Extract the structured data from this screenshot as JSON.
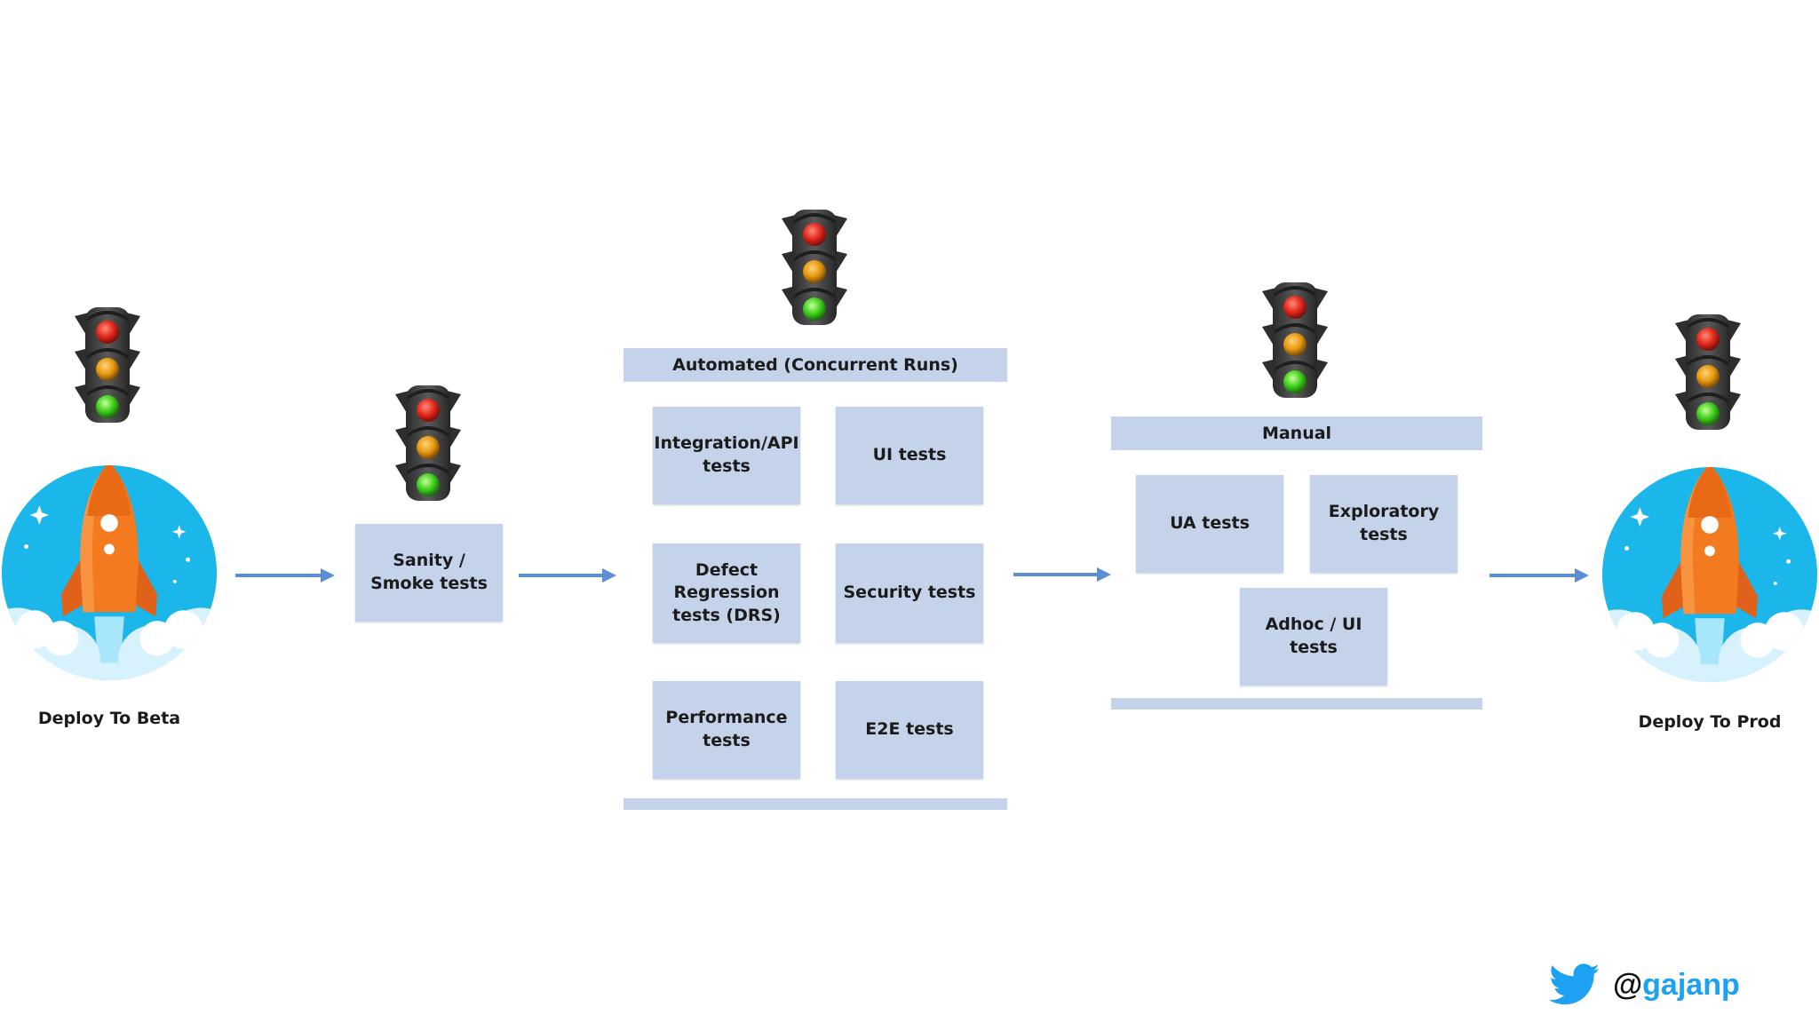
{
  "colors": {
    "box_fill": "#c5d3ea",
    "arrow": "#5b8fd1",
    "rocket_circle": "#1bb6ea",
    "rocket_body": "#f47a20",
    "twitter_blue": "#1da1f2"
  },
  "stages": {
    "beta": {
      "label": "Deploy To Beta"
    },
    "sanity": {
      "label": "Sanity / Smoke tests"
    },
    "automated": {
      "header": "Automated (Concurrent Runs)",
      "tests": [
        "Integration/API tests",
        "UI tests",
        "Defect Regression tests (DRS)",
        "Security tests",
        "Performance tests",
        "E2E tests"
      ]
    },
    "manual": {
      "header": "Manual",
      "tests": [
        "UA tests",
        "Exploratory tests",
        "Adhoc / UI tests"
      ]
    },
    "prod": {
      "label": "Deploy To Prod"
    }
  },
  "icons": {
    "traffic_light": "traffic-light-icon",
    "rocket": "rocket-icon",
    "twitter": "twitter-bird-icon"
  },
  "footer": {
    "handle": "@gajanp"
  }
}
